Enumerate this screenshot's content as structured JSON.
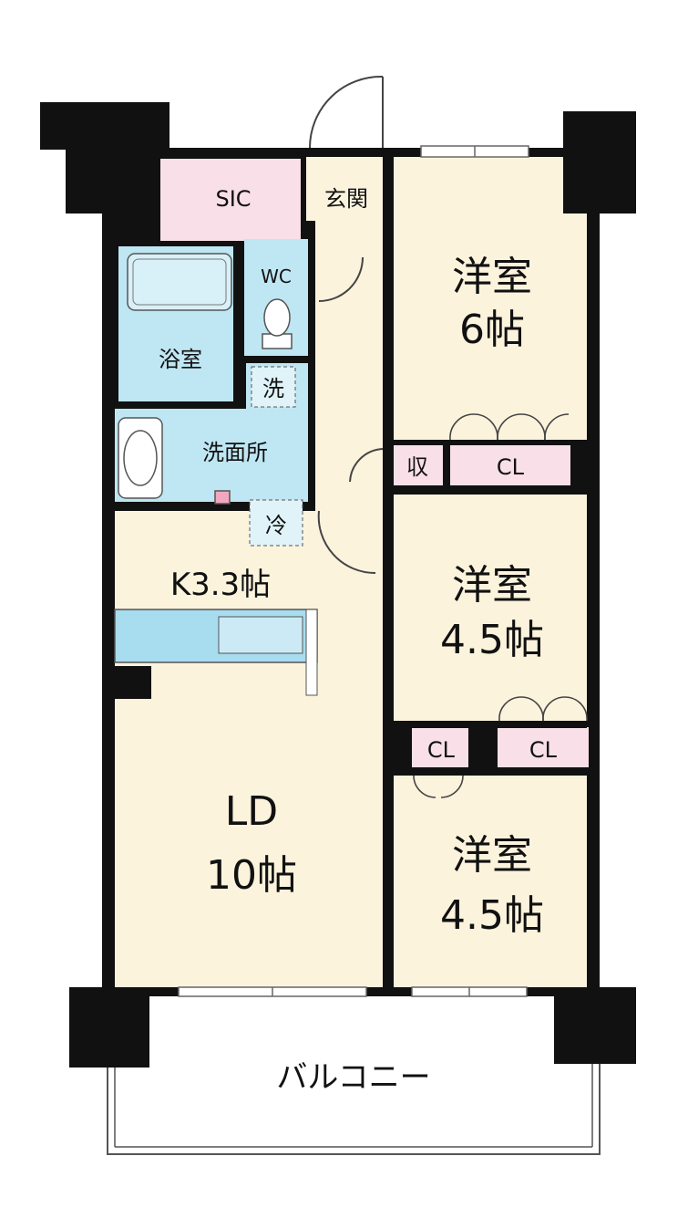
{
  "colors": {
    "room_fill": "#fcf3dd",
    "wet_fill": "#bfe6f3",
    "storage_fill": "#f8dfe8",
    "wall": "#111111",
    "counter": "#a8dcef",
    "balcony_fill": "#ffffff"
  },
  "rooms": {
    "sic": "SIC",
    "genkan": "玄関",
    "wc": "WC",
    "bath": "浴室",
    "wash_mark": "洗",
    "washroom": "洗面所",
    "fridge": "冷",
    "kitchen": "K3.3帖",
    "ld_name": "LD",
    "ld_size": "10帖",
    "room1_name": "洋室",
    "room1_size": "6帖",
    "shuno": "収",
    "cl_room1": "CL",
    "room2_name": "洋室",
    "room2_size": "4.5帖",
    "cl_a": "CL",
    "cl_b": "CL",
    "room3_name": "洋室",
    "room3_size": "4.5帖",
    "balcony": "バルコニー"
  },
  "icons": {
    "bathtub": "bathtub-icon",
    "toilet": "toilet-icon",
    "sink": "sink-icon",
    "door_swing": "door-swing-icon",
    "window": "window-icon"
  }
}
